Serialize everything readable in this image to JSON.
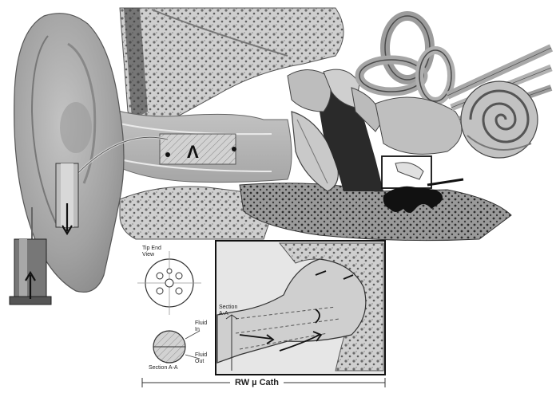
{
  "labels": {
    "tip_end_view": "Tip End\nView",
    "section_top": "Section\nA-A",
    "fluid_in": "Fluid\nIn",
    "fluid_out": "Fluid\nOut",
    "section_bottom": "Section A-A",
    "caption": "RW µ Cath",
    "caret": "Λ"
  },
  "colors": {
    "bone": "#b9b9b9",
    "tissue": "#d8d8d8",
    "dark": "#1a1a1a",
    "ear_skin": "#a8a8a8",
    "inset_bg": "#e3e3e3"
  }
}
